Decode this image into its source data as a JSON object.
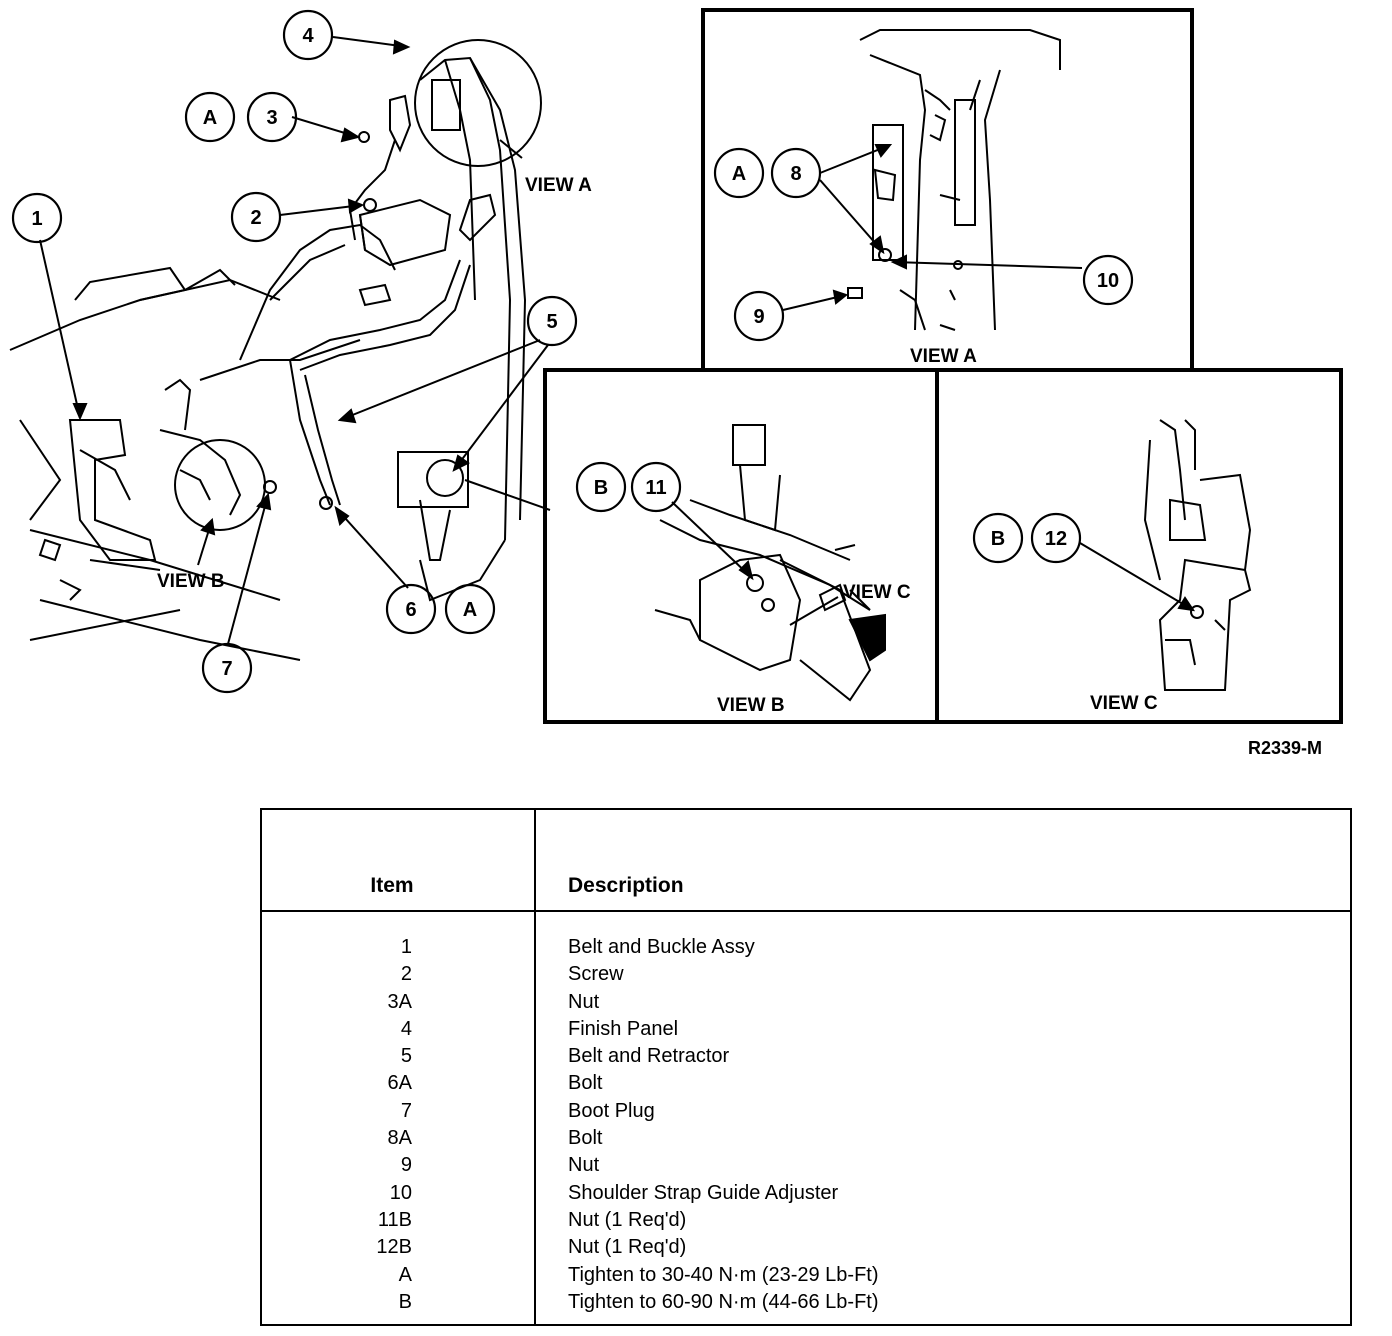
{
  "callouts": [
    "1",
    "2",
    "3",
    "4",
    "5",
    "6",
    "7",
    "8",
    "9",
    "10",
    "11",
    "12"
  ],
  "letters": {
    "a": "A",
    "b": "B"
  },
  "view_labels": {
    "a": "VIEW A",
    "b": "VIEW B",
    "c": "VIEW C"
  },
  "figure_code": "R2339-M",
  "table": {
    "headers": {
      "item": "Item",
      "description": "Description"
    },
    "rows": [
      {
        "item": "1",
        "description": "Belt and Buckle Assy"
      },
      {
        "item": "2",
        "description": "Screw"
      },
      {
        "item": "3A",
        "description": "Nut"
      },
      {
        "item": "4",
        "description": "Finish Panel"
      },
      {
        "item": "5",
        "description": "Belt and Retractor"
      },
      {
        "item": "6A",
        "description": "Bolt"
      },
      {
        "item": "7",
        "description": "Boot Plug"
      },
      {
        "item": "8A",
        "description": "Bolt"
      },
      {
        "item": "9",
        "description": "Nut"
      },
      {
        "item": "10",
        "description": "Shoulder Strap Guide Adjuster"
      },
      {
        "item": "11B",
        "description": "Nut (1 Req'd)"
      },
      {
        "item": "12B",
        "description": "Nut (1 Req'd)"
      },
      {
        "item": "A",
        "description": "Tighten to 30-40 N·m (23-29 Lb-Ft)"
      },
      {
        "item": "B",
        "description": "Tighten to 60-90 N·m (44-66 Lb-Ft)"
      }
    ]
  }
}
